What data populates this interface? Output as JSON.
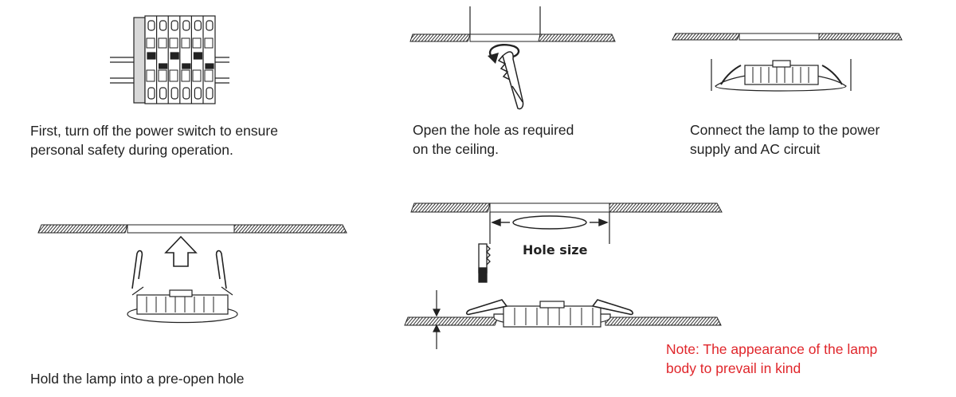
{
  "steps": [
    {
      "lines": [
        "First, turn off the power switch to ensure",
        "personal safety during operation."
      ]
    },
    {
      "lines": [
        "Open the hole as required",
        "on the ceiling."
      ]
    },
    {
      "lines": [
        "Connect the lamp to the power",
        "supply and AC circuit"
      ]
    },
    {
      "lines": [
        "Hold the lamp into a pre-open hole"
      ]
    }
  ],
  "hole_label": "Hole size",
  "note": {
    "lines": [
      "Note: The appearance of the lamp",
      "body to prevail in kind"
    ]
  },
  "colors": {
    "line": "#222222",
    "hatch": "#333333",
    "note": "#e0262b"
  },
  "icons": [
    "circuit-breaker-icon",
    "saw-icon",
    "rotation-arrow-icon",
    "up-arrow-icon",
    "downlight-lamp-icon",
    "spring-clip-icon"
  ]
}
